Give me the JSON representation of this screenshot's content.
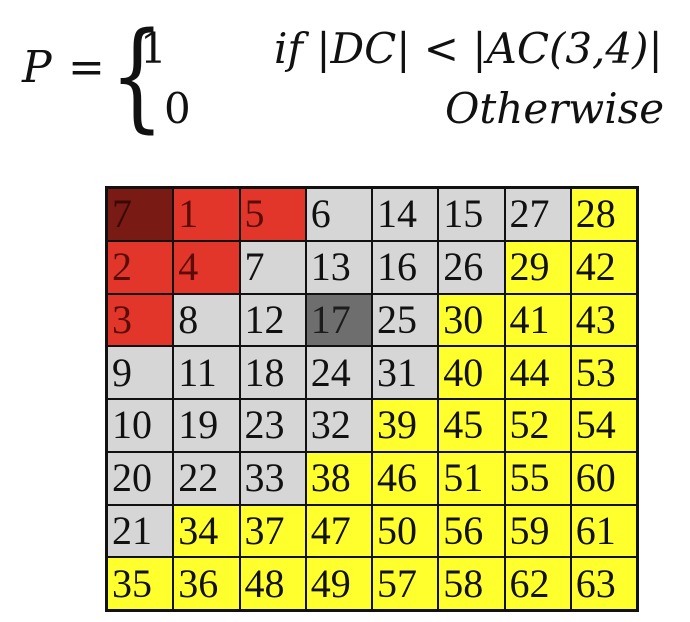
{
  "formula": {
    "lhs": "P",
    "equals": "=",
    "brace": "{",
    "case1_value": "1",
    "case1_condition": "if |DC| < |AC(3,4)|",
    "case2_value": "0",
    "case2_condition": "Otherwise"
  },
  "colors": {
    "darkred": "#7a1a14",
    "red": "#e2362a",
    "gray": "#d6d6d6",
    "darkgray": "#6e6e6e",
    "yellow": "#ffff2e"
  },
  "grid": {
    "rows": [
      [
        {
          "v": "7",
          "c": "darkred"
        },
        {
          "v": "1",
          "c": "red"
        },
        {
          "v": "5",
          "c": "red"
        },
        {
          "v": "6",
          "c": "gray"
        },
        {
          "v": "14",
          "c": "gray"
        },
        {
          "v": "15",
          "c": "gray"
        },
        {
          "v": "27",
          "c": "gray"
        },
        {
          "v": "28",
          "c": "yellow"
        }
      ],
      [
        {
          "v": "2",
          "c": "red"
        },
        {
          "v": "4",
          "c": "red"
        },
        {
          "v": "7",
          "c": "gray"
        },
        {
          "v": "13",
          "c": "gray"
        },
        {
          "v": "16",
          "c": "gray"
        },
        {
          "v": "26",
          "c": "gray"
        },
        {
          "v": "29",
          "c": "yellow"
        },
        {
          "v": "42",
          "c": "yellow"
        }
      ],
      [
        {
          "v": "3",
          "c": "red"
        },
        {
          "v": "8",
          "c": "gray"
        },
        {
          "v": "12",
          "c": "gray"
        },
        {
          "v": "17",
          "c": "darkgray"
        },
        {
          "v": "25",
          "c": "gray"
        },
        {
          "v": "30",
          "c": "yellow"
        },
        {
          "v": "41",
          "c": "yellow"
        },
        {
          "v": "43",
          "c": "yellow"
        }
      ],
      [
        {
          "v": "9",
          "c": "gray"
        },
        {
          "v": "11",
          "c": "gray"
        },
        {
          "v": "18",
          "c": "gray"
        },
        {
          "v": "24",
          "c": "gray"
        },
        {
          "v": "31",
          "c": "gray"
        },
        {
          "v": "40",
          "c": "yellow"
        },
        {
          "v": "44",
          "c": "yellow"
        },
        {
          "v": "53",
          "c": "yellow"
        }
      ],
      [
        {
          "v": "10",
          "c": "gray"
        },
        {
          "v": "19",
          "c": "gray"
        },
        {
          "v": "23",
          "c": "gray"
        },
        {
          "v": "32",
          "c": "gray"
        },
        {
          "v": "39",
          "c": "yellow"
        },
        {
          "v": "45",
          "c": "yellow"
        },
        {
          "v": "52",
          "c": "yellow"
        },
        {
          "v": "54",
          "c": "yellow"
        }
      ],
      [
        {
          "v": "20",
          "c": "gray"
        },
        {
          "v": "22",
          "c": "gray"
        },
        {
          "v": "33",
          "c": "gray"
        },
        {
          "v": "38",
          "c": "yellow"
        },
        {
          "v": "46",
          "c": "yellow"
        },
        {
          "v": "51",
          "c": "yellow"
        },
        {
          "v": "55",
          "c": "yellow"
        },
        {
          "v": "60",
          "c": "yellow"
        }
      ],
      [
        {
          "v": "21",
          "c": "gray"
        },
        {
          "v": "34",
          "c": "yellow"
        },
        {
          "v": "37",
          "c": "yellow"
        },
        {
          "v": "47",
          "c": "yellow"
        },
        {
          "v": "50",
          "c": "yellow"
        },
        {
          "v": "56",
          "c": "yellow"
        },
        {
          "v": "59",
          "c": "yellow"
        },
        {
          "v": "61",
          "c": "yellow"
        }
      ],
      [
        {
          "v": "35",
          "c": "yellow"
        },
        {
          "v": "36",
          "c": "yellow"
        },
        {
          "v": "48",
          "c": "yellow"
        },
        {
          "v": "49",
          "c": "yellow"
        },
        {
          "v": "57",
          "c": "yellow"
        },
        {
          "v": "58",
          "c": "yellow"
        },
        {
          "v": "62",
          "c": "yellow"
        },
        {
          "v": "63",
          "c": "yellow"
        }
      ]
    ]
  }
}
